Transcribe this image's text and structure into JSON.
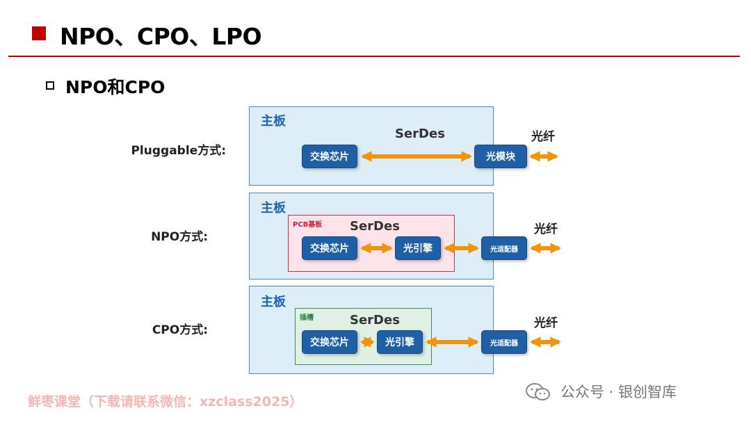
{
  "header": {
    "title": "NPO、CPO、LPO",
    "subtitle": "NPO和CPO"
  },
  "rows": [
    {
      "label": "Pluggable方式:",
      "board_label": "主板",
      "serdes": "SerDes",
      "fiber": "光纤",
      "switch_chip": "交换芯片",
      "optical_part": "光模块"
    },
    {
      "label": "NPO方式:",
      "board_label": "主板",
      "substrate_label": "PCB基板",
      "serdes": "SerDes",
      "fiber": "光纤",
      "switch_chip": "交换芯片",
      "engine": "光引擎",
      "optical_part": "光适配器"
    },
    {
      "label": "CPO方式:",
      "board_label": "主板",
      "substrate_label": "插槽",
      "serdes": "SerDes",
      "fiber": "光纤",
      "switch_chip": "交换芯片",
      "engine": "光引擎",
      "optical_part": "光适配器"
    }
  ],
  "watermarks": {
    "left": "鲜枣课堂（下载请联系微信：xzclass2025）",
    "right": "公众号 · 银创智库"
  },
  "colors": {
    "accent_red": "#c00000",
    "board_fill": "#ddeef8",
    "board_border": "#4a87c6",
    "chip_blue": "#1f5fa6",
    "arrow_orange": "#f2930a",
    "pcb_fill": "#fce4ea",
    "socket_fill": "#dff0e4"
  },
  "icons": [
    "square-bullet-icon",
    "hollow-square-bullet-icon",
    "double-arrow-icon",
    "wechat-icon"
  ]
}
